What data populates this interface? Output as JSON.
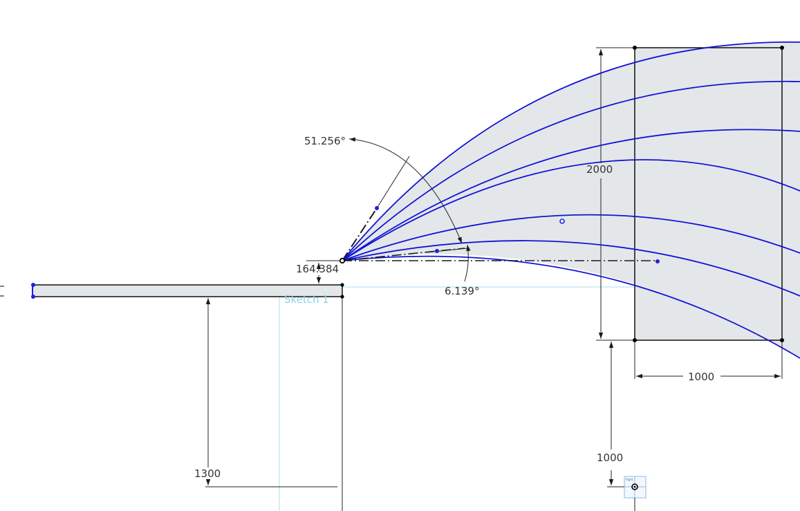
{
  "sketch": {
    "name": "Sketch 1"
  },
  "dimensions": {
    "angle_large": "51.256°",
    "angle_small": "6.139°",
    "offset_vertical": "164.384",
    "height_right": "2000",
    "width_right": "1000",
    "offset_right_bottom": "1000",
    "offset_left_bottom": "1300"
  },
  "origin_marker": {
    "label": "Right"
  },
  "colors": {
    "background": "#ffffff",
    "curve": "#1212d6",
    "region_fill": "#e3e7ea",
    "edge": "#000000",
    "dimension": "#222222",
    "sketch_plane": "#a9dcef",
    "point_blue": "#1f1fe0"
  }
}
